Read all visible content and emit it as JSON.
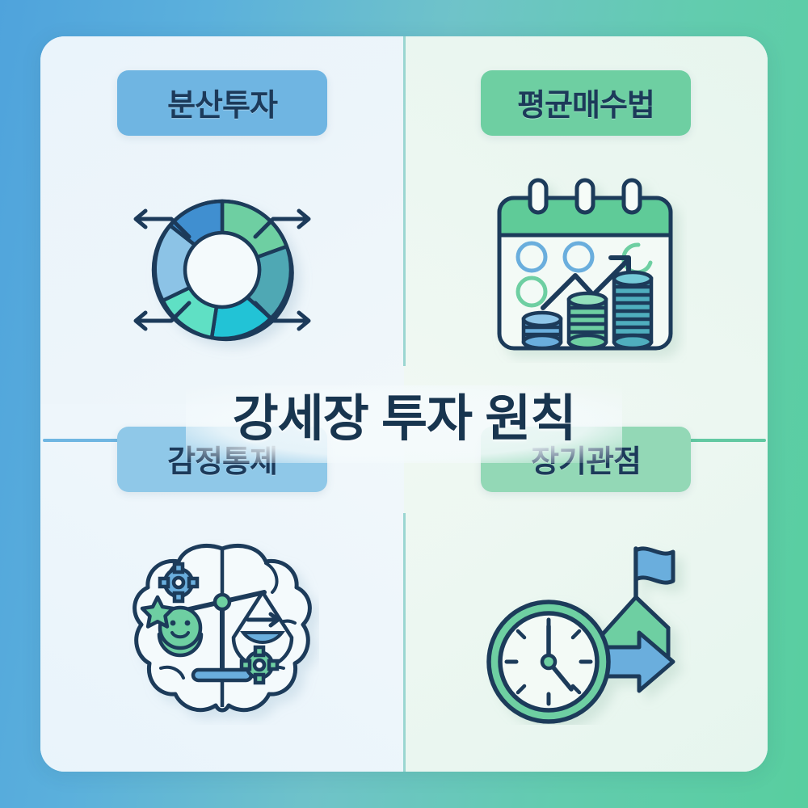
{
  "card": {
    "center_title": "강세장 투자 원칙"
  },
  "theme": {
    "bg_gradient_start": "#4FA3DC",
    "bg_gradient_end": "#58CE9F",
    "card_bg": "#EEF6F8",
    "ink": "#1C3A5A",
    "divider_teal": "#7FCBC6",
    "divider_blue": "#6FB6E2",
    "divider_green": "#62C9A2"
  },
  "quadrants": [
    {
      "id": "diversification",
      "label": "분산투자",
      "pill_color": "#6FB5E2",
      "pill_style": "blue",
      "icon": "donut-chart-expand-icon",
      "icon_parts": [
        "donut-chart",
        "outward-arrows"
      ],
      "segment_colors": [
        "#6ECFA2",
        "#4FA8B4",
        "#22C3D6",
        "#5FE0C4",
        "#8CC3E6",
        "#3F8FD0"
      ]
    },
    {
      "id": "dollar-cost-averaging",
      "label": "평균매수법",
      "pill_color": "#6ECFA2",
      "pill_style": "green",
      "icon": "calendar-coins-growth-icon",
      "icon_parts": [
        "calendar",
        "circle-markers",
        "growth-arrow",
        "coin-stacks"
      ],
      "coin_colors": [
        "#6AAEDD",
        "#6ECFA2",
        "#4FAEBE"
      ]
    },
    {
      "id": "emotional-control",
      "label": "감정통제",
      "pill_color": "#8FC8E8",
      "pill_style": "lightblue",
      "icon": "brain-balance-scale-icon",
      "icon_parts": [
        "brain-outline",
        "balance-scale",
        "smiley-face",
        "gears",
        "star",
        "arrow"
      ],
      "accent_colors": [
        "#6ECFA2",
        "#6AAEDD"
      ]
    },
    {
      "id": "long-term-view",
      "label": "장기관점",
      "pill_color": "#93D8B6",
      "pill_style": "lightgreen",
      "icon": "clock-arrow-flag-icon",
      "icon_parts": [
        "clock",
        "right-arrow",
        "mountain-peak",
        "flag"
      ],
      "accent_colors": [
        "#6ECFA2",
        "#6AAEDD"
      ]
    }
  ]
}
